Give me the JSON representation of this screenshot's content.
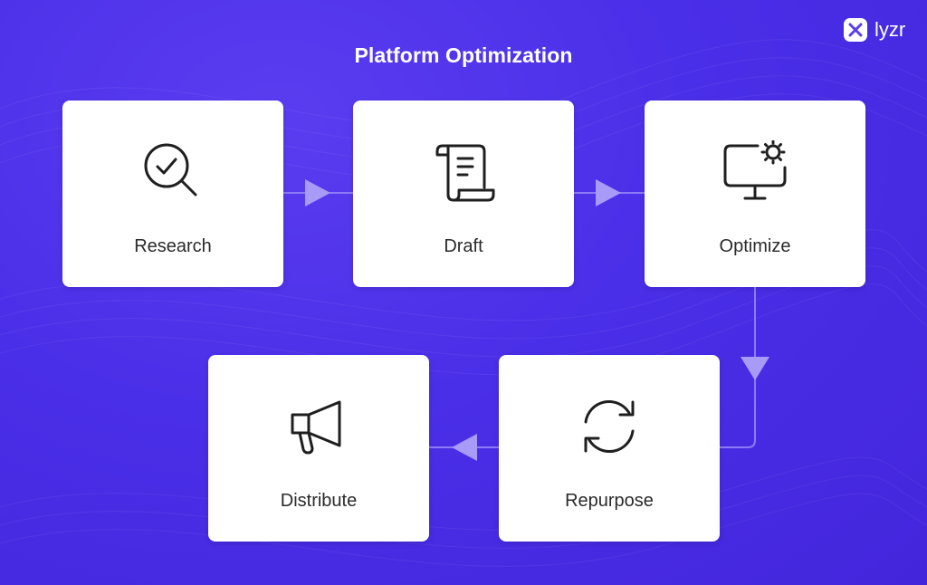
{
  "title": "Platform Optimization",
  "brand": {
    "name": "lyzr",
    "icon": "lyzr-logo-icon"
  },
  "colors": {
    "background": "#4a2fe8",
    "card": "#ffffff",
    "connector": "#8d7af5",
    "arrow": "#a89af7",
    "icon_stroke": "#1f1f1f",
    "text": "#2a2a2a"
  },
  "steps": [
    {
      "label": "Research",
      "icon": "magnifier-check-icon"
    },
    {
      "label": "Draft",
      "icon": "scroll-document-icon"
    },
    {
      "label": "Optimize",
      "icon": "monitor-gear-icon"
    },
    {
      "label": "Repurpose",
      "icon": "refresh-arrows-icon"
    },
    {
      "label": "Distribute",
      "icon": "megaphone-icon"
    }
  ]
}
